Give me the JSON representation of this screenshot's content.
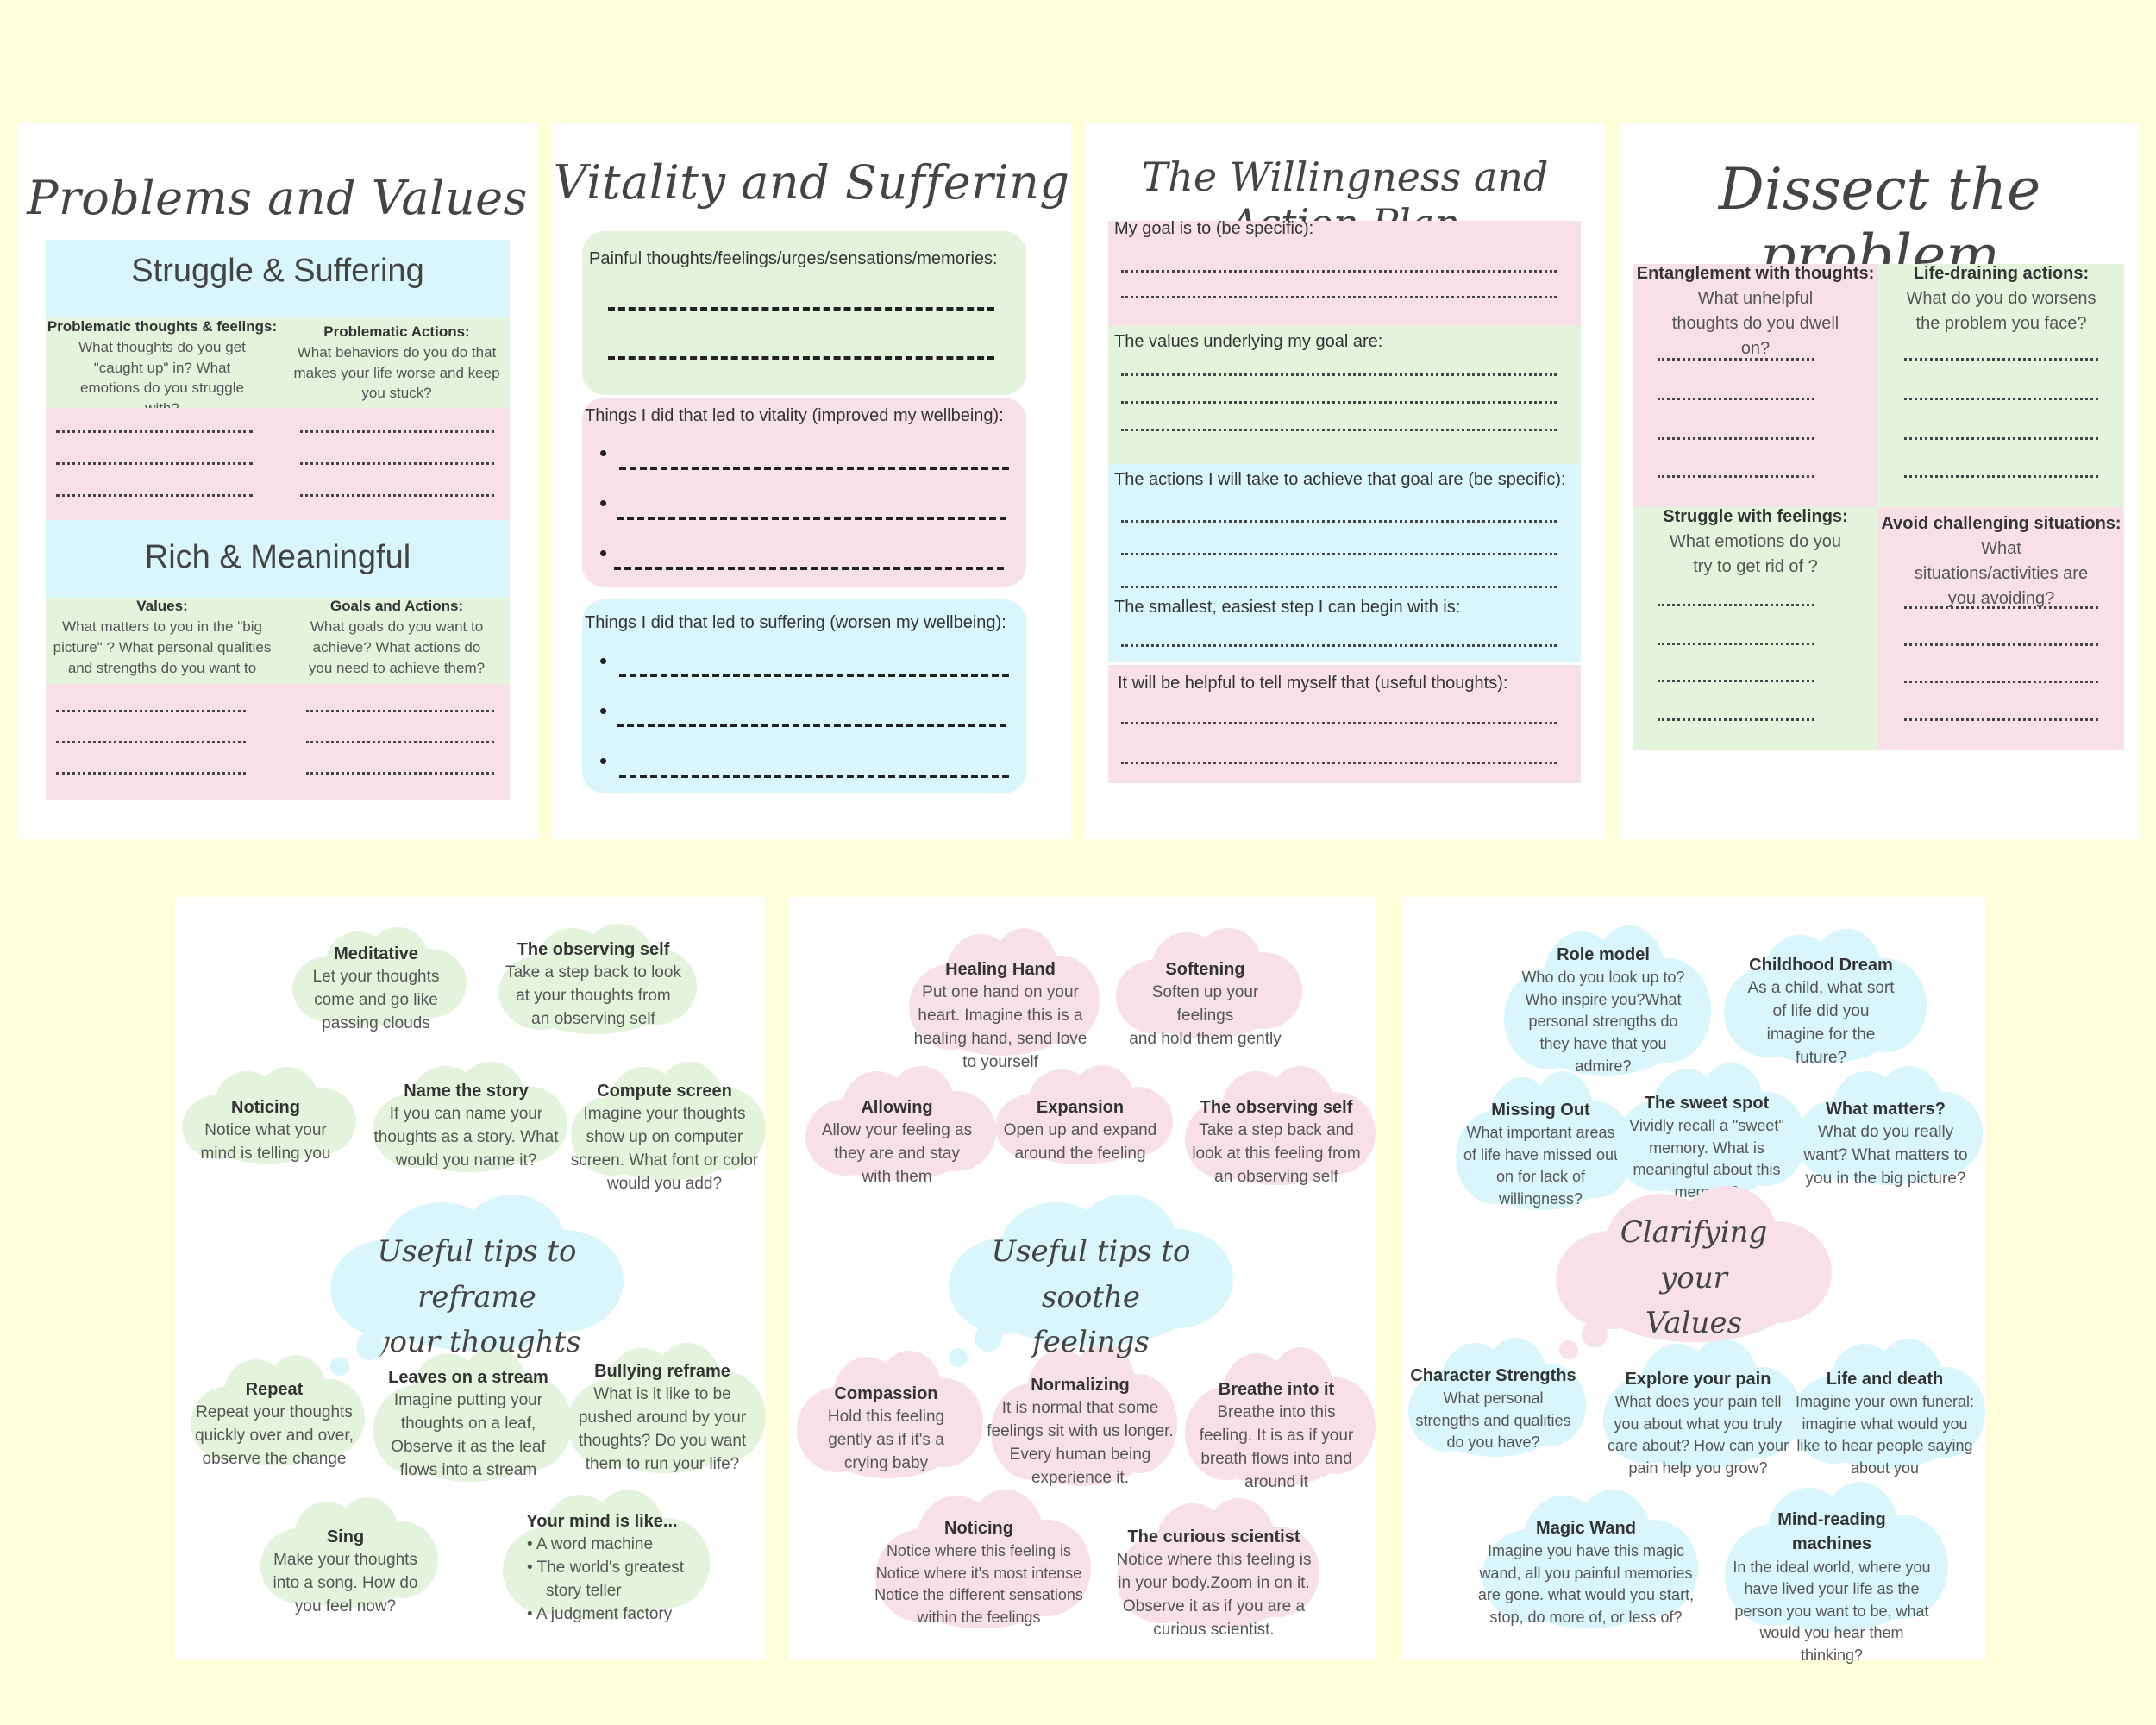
{
  "colors": {
    "bg": "#fefed8",
    "blue": "#d8f6fb",
    "pink": "#f7e0e6",
    "green": "#e4f4dc"
  },
  "p1": {
    "title": "Problems and Values",
    "struggle": "Struggle & Suffering",
    "col1_head": "Problematic thoughts & feelings:",
    "col1_q": "What thoughts do you get \"caught up\" in? What emotions do you struggle with?",
    "col2_head": "Problematic Actions:",
    "col2_q": "What behaviors do you do that makes your life worse and keep you stuck?",
    "rich": "Rich & Meaningful",
    "col3_head": "Values:",
    "col3_q": "What matters to you in the \"big picture\" ? What personal qualities and strengths do you want to develop?",
    "col4_head": "Goals and Actions:",
    "col4_q": "What goals do you want to achieve? What actions do you need to achieve them?"
  },
  "p2": {
    "title": "Vitality and Suffering",
    "box1": "Painful thoughts/feelings/urges/sensations/memories:",
    "box2": "Things I did that led to vitality (improved my wellbeing):",
    "box3": "Things I did that led to suffering (worsen my wellbeing):",
    "bullet": "•"
  },
  "p3": {
    "title": "The Willingness and Action Plan",
    "s1": "My goal is to (be specific):",
    "s2": "The values underlying my goal are:",
    "s3": "The actions I will take to achieve that goal are (be specific):",
    "s4": "The smallest, easiest step I can begin with is:",
    "s5": "It will be helpful to tell myself that (useful thoughts):"
  },
  "p4": {
    "title": "Dissect the problem",
    "q1h": "Entanglement with thoughts:",
    "q1": "What unhelpful thoughts do you dwell on?",
    "q2h": "Life-draining actions:",
    "q2": "What do you do worsens the problem you face?",
    "q3h": "Struggle with feelings:",
    "q3": "What emotions do you try to get rid of ?",
    "q4h": "Avoid challenging situations:",
    "q4": "What situations/activities are you avoiding?"
  },
  "p5": {
    "center": [
      "Useful tips to reframe",
      "your thoughts"
    ],
    "tips": [
      {
        "t": "Meditative",
        "d": [
          "Let your thoughts",
          "come and go like",
          "passing clouds"
        ]
      },
      {
        "t": "The observing self",
        "d": [
          "Take a step back to look",
          "at your thoughts from",
          "an observing self"
        ]
      },
      {
        "t": "Noticing",
        "d": [
          "Notice what your",
          "mind is telling you"
        ]
      },
      {
        "t": "Name the story",
        "d": [
          "If you can name your",
          "thoughts as a story. What",
          "would you name it?"
        ]
      },
      {
        "t": "Compute screen",
        "d": [
          "Imagine your thoughts",
          "show up on computer",
          "screen. What font or color",
          "would you add?"
        ]
      },
      {
        "t": "Repeat",
        "d": [
          "Repeat your thoughts",
          "quickly over and over,",
          "observe the change"
        ]
      },
      {
        "t": "Leaves on a stream",
        "d": [
          "Imagine putting your",
          "thoughts on a leaf,",
          "Observe it as the leaf",
          "flows into a stream"
        ]
      },
      {
        "t": "Bullying reframe",
        "d": [
          "What is it like to be",
          "pushed around by your",
          "thoughts? Do you want",
          "them to run your life?"
        ]
      },
      {
        "t": "Sing",
        "d": [
          "Make your thoughts",
          "into a song. How do",
          "you feel now?"
        ]
      },
      {
        "t": "Your mind is like...",
        "d": [
          "A word machine",
          "The world's greatest",
          "story teller",
          "A judgment factory"
        ]
      }
    ]
  },
  "p6": {
    "center": [
      "Useful tips to soothe",
      "feelings"
    ],
    "tips": [
      {
        "t": "Healing Hand",
        "d": [
          "Put one hand on your",
          "heart. Imagine this is a",
          "healing hand, send love",
          "to yourself"
        ]
      },
      {
        "t": "Softening",
        "d": [
          "Soften up your",
          "feelings",
          "and hold them gently"
        ]
      },
      {
        "t": "Allowing",
        "d": [
          "Allow your feeling as",
          "they are and stay",
          "with them"
        ]
      },
      {
        "t": "Expansion",
        "d": [
          "Open up and expand",
          "around the feeling"
        ]
      },
      {
        "t": "The observing self",
        "d": [
          "Take a step back and",
          "look at this feeling from",
          "an observing self"
        ]
      },
      {
        "t": "Compassion",
        "d": [
          "Hold this feeling",
          "gently as if it's a",
          "crying baby"
        ]
      },
      {
        "t": "Normalizing",
        "d": [
          "It is normal that some",
          "feelings sit with us longer.",
          "Every human being",
          "experience it."
        ]
      },
      {
        "t": "Breathe into it",
        "d": [
          "Breathe into this",
          "feeling. It is as if your",
          "breath flows into and",
          "around it"
        ]
      },
      {
        "t": "Noticing",
        "d": [
          "Notice where this feeling is",
          "Notice where it's most intense",
          "Notice the different sensations",
          "within the feelings"
        ]
      },
      {
        "t": "The curious scientist",
        "d": [
          "Notice where this feeling is",
          "in your body.Zoom in on it.",
          "Observe it as if you are a",
          "curious scientist."
        ]
      }
    ]
  },
  "p7": {
    "center": [
      "Clarifying",
      "your",
      "Values"
    ],
    "tips": [
      {
        "t": "Role model",
        "d": [
          "Who do you look up to?",
          "Who inspire you?What",
          "personal strengths do",
          "they have that you",
          "admire?"
        ]
      },
      {
        "t": "Childhood Dream",
        "d": [
          "As a child, what sort",
          "of life did you",
          "imagine for the",
          "future?"
        ]
      },
      {
        "t": "Missing Out",
        "d": [
          "What important areas",
          "of life have missed out",
          "on for lack of",
          "willingness?"
        ]
      },
      {
        "t": "The sweet spot",
        "d": [
          "Vividly recall a \"sweet\"",
          "memory. What is",
          "meaningful about this",
          "memory?"
        ]
      },
      {
        "t": "What matters?",
        "d": [
          "What do you really",
          "want? What matters to",
          "you in the big picture?"
        ]
      },
      {
        "t": "Character Strengths",
        "d": [
          "What personal",
          "strengths and qualities",
          "do you have?"
        ]
      },
      {
        "t": "Explore your pain",
        "d": [
          "What does your pain tell",
          "you about what you truly",
          "care about? How can your",
          "pain help you grow?"
        ]
      },
      {
        "t": "Life and death",
        "d": [
          "Imagine your own funeral:",
          "imagine what would you",
          "like to hear people saying",
          "about you"
        ]
      },
      {
        "t": "Magic Wand",
        "d": [
          "Imagine you have this magic",
          "wand, all you painful memories",
          "are gone. what would you start,",
          "stop, do more of, or less of?"
        ]
      },
      {
        "t": "Mind-reading machines",
        "d": [
          "In the ideal world, where you",
          "have lived your life as the",
          "person you want to be, what",
          "would you hear them",
          "thinking?"
        ]
      }
    ]
  }
}
